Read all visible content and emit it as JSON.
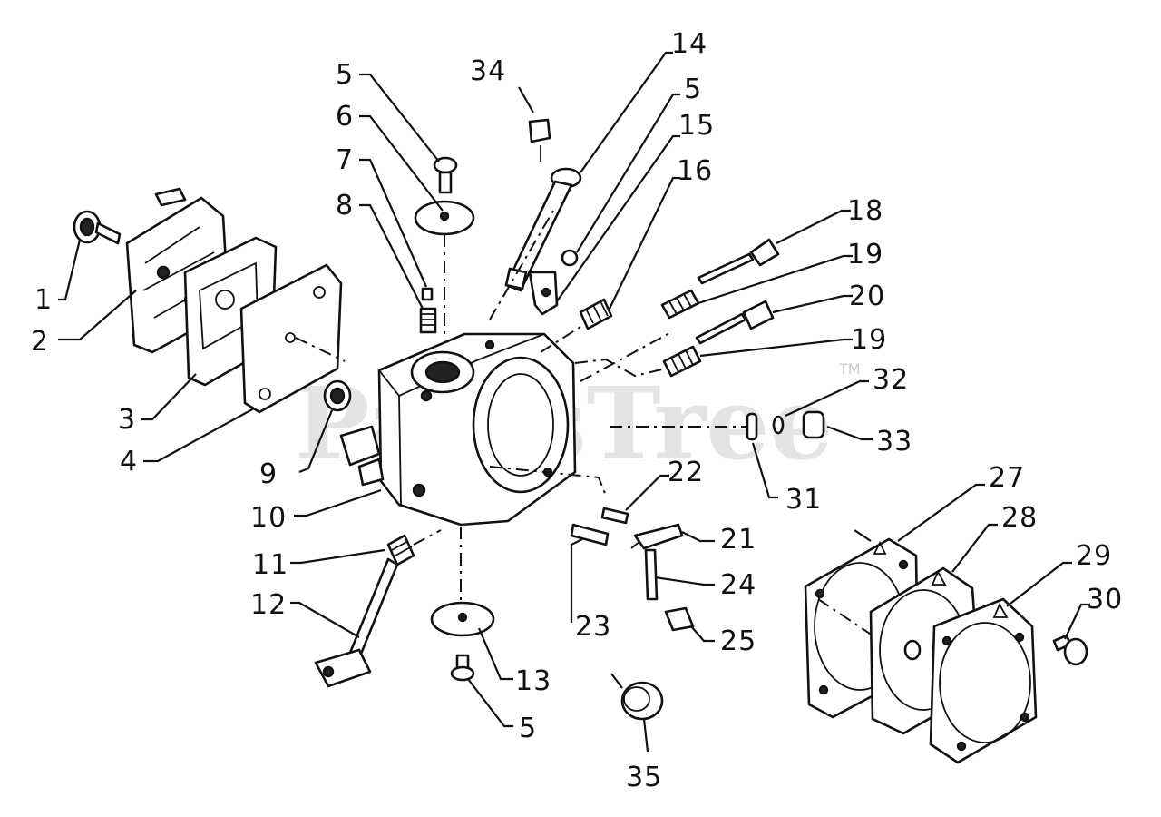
{
  "watermark": {
    "text": "PartsTree",
    "tm": "TM"
  },
  "labels": {
    "l1": "1",
    "l2": "2",
    "l3": "3",
    "l4": "4",
    "l5a": "5",
    "l5b": "5",
    "l5c": "5",
    "l6": "6",
    "l7": "7",
    "l8": "8",
    "l9": "9",
    "l10": "10",
    "l11": "11",
    "l12": "12",
    "l13": "13",
    "l14": "14",
    "l15": "15",
    "l16": "16",
    "l18": "18",
    "l19a": "19",
    "l19b": "19",
    "l20": "20",
    "l21": "21",
    "l22": "22",
    "l23": "23",
    "l24": "24",
    "l25": "25",
    "l27": "27",
    "l28": "28",
    "l29": "29",
    "l30": "30",
    "l31": "31",
    "l32": "32",
    "l33": "33",
    "l34": "34",
    "l35": "35"
  }
}
